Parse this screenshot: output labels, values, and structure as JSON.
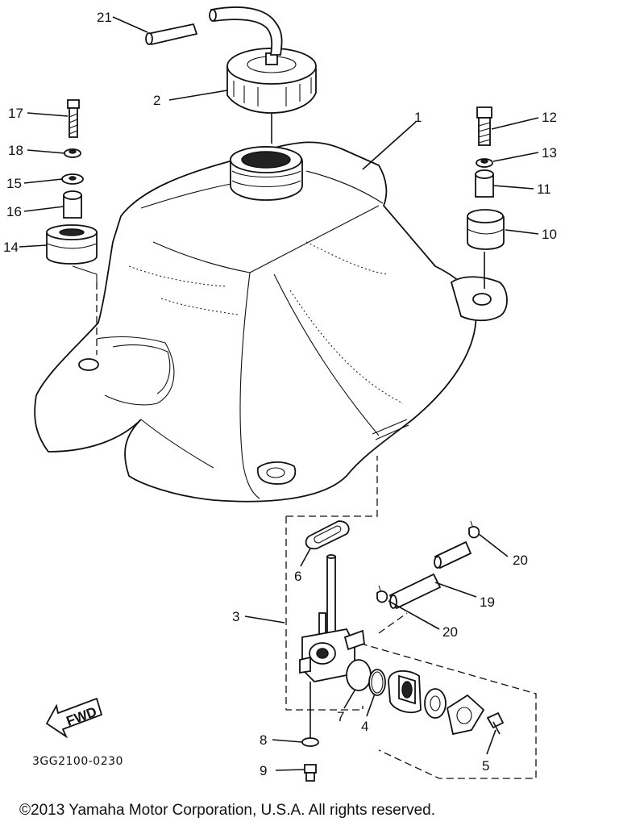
{
  "diagram": {
    "callouts": [
      {
        "id": "1",
        "text": "1"
      },
      {
        "id": "2",
        "text": "2"
      },
      {
        "id": "3",
        "text": "3"
      },
      {
        "id": "4",
        "text": "4"
      },
      {
        "id": "5",
        "text": "5"
      },
      {
        "id": "6",
        "text": "6"
      },
      {
        "id": "7",
        "text": "7"
      },
      {
        "id": "8",
        "text": "8"
      },
      {
        "id": "9",
        "text": "9"
      },
      {
        "id": "10",
        "text": "10"
      },
      {
        "id": "11",
        "text": "11"
      },
      {
        "id": "12",
        "text": "12"
      },
      {
        "id": "13",
        "text": "13"
      },
      {
        "id": "14",
        "text": "14"
      },
      {
        "id": "15",
        "text": "15"
      },
      {
        "id": "16",
        "text": "16"
      },
      {
        "id": "17",
        "text": "17"
      },
      {
        "id": "18",
        "text": "18"
      },
      {
        "id": "19",
        "text": "19"
      },
      {
        "id": "20a",
        "text": "20"
      },
      {
        "id": "20b",
        "text": "20"
      },
      {
        "id": "21",
        "text": "21"
      }
    ],
    "fwd_label": "FWD",
    "diagram_code": "3GG2100-0230",
    "copyright": "©2013 Yamaha Motor Corporation, U.S.A. All rights reserved."
  }
}
